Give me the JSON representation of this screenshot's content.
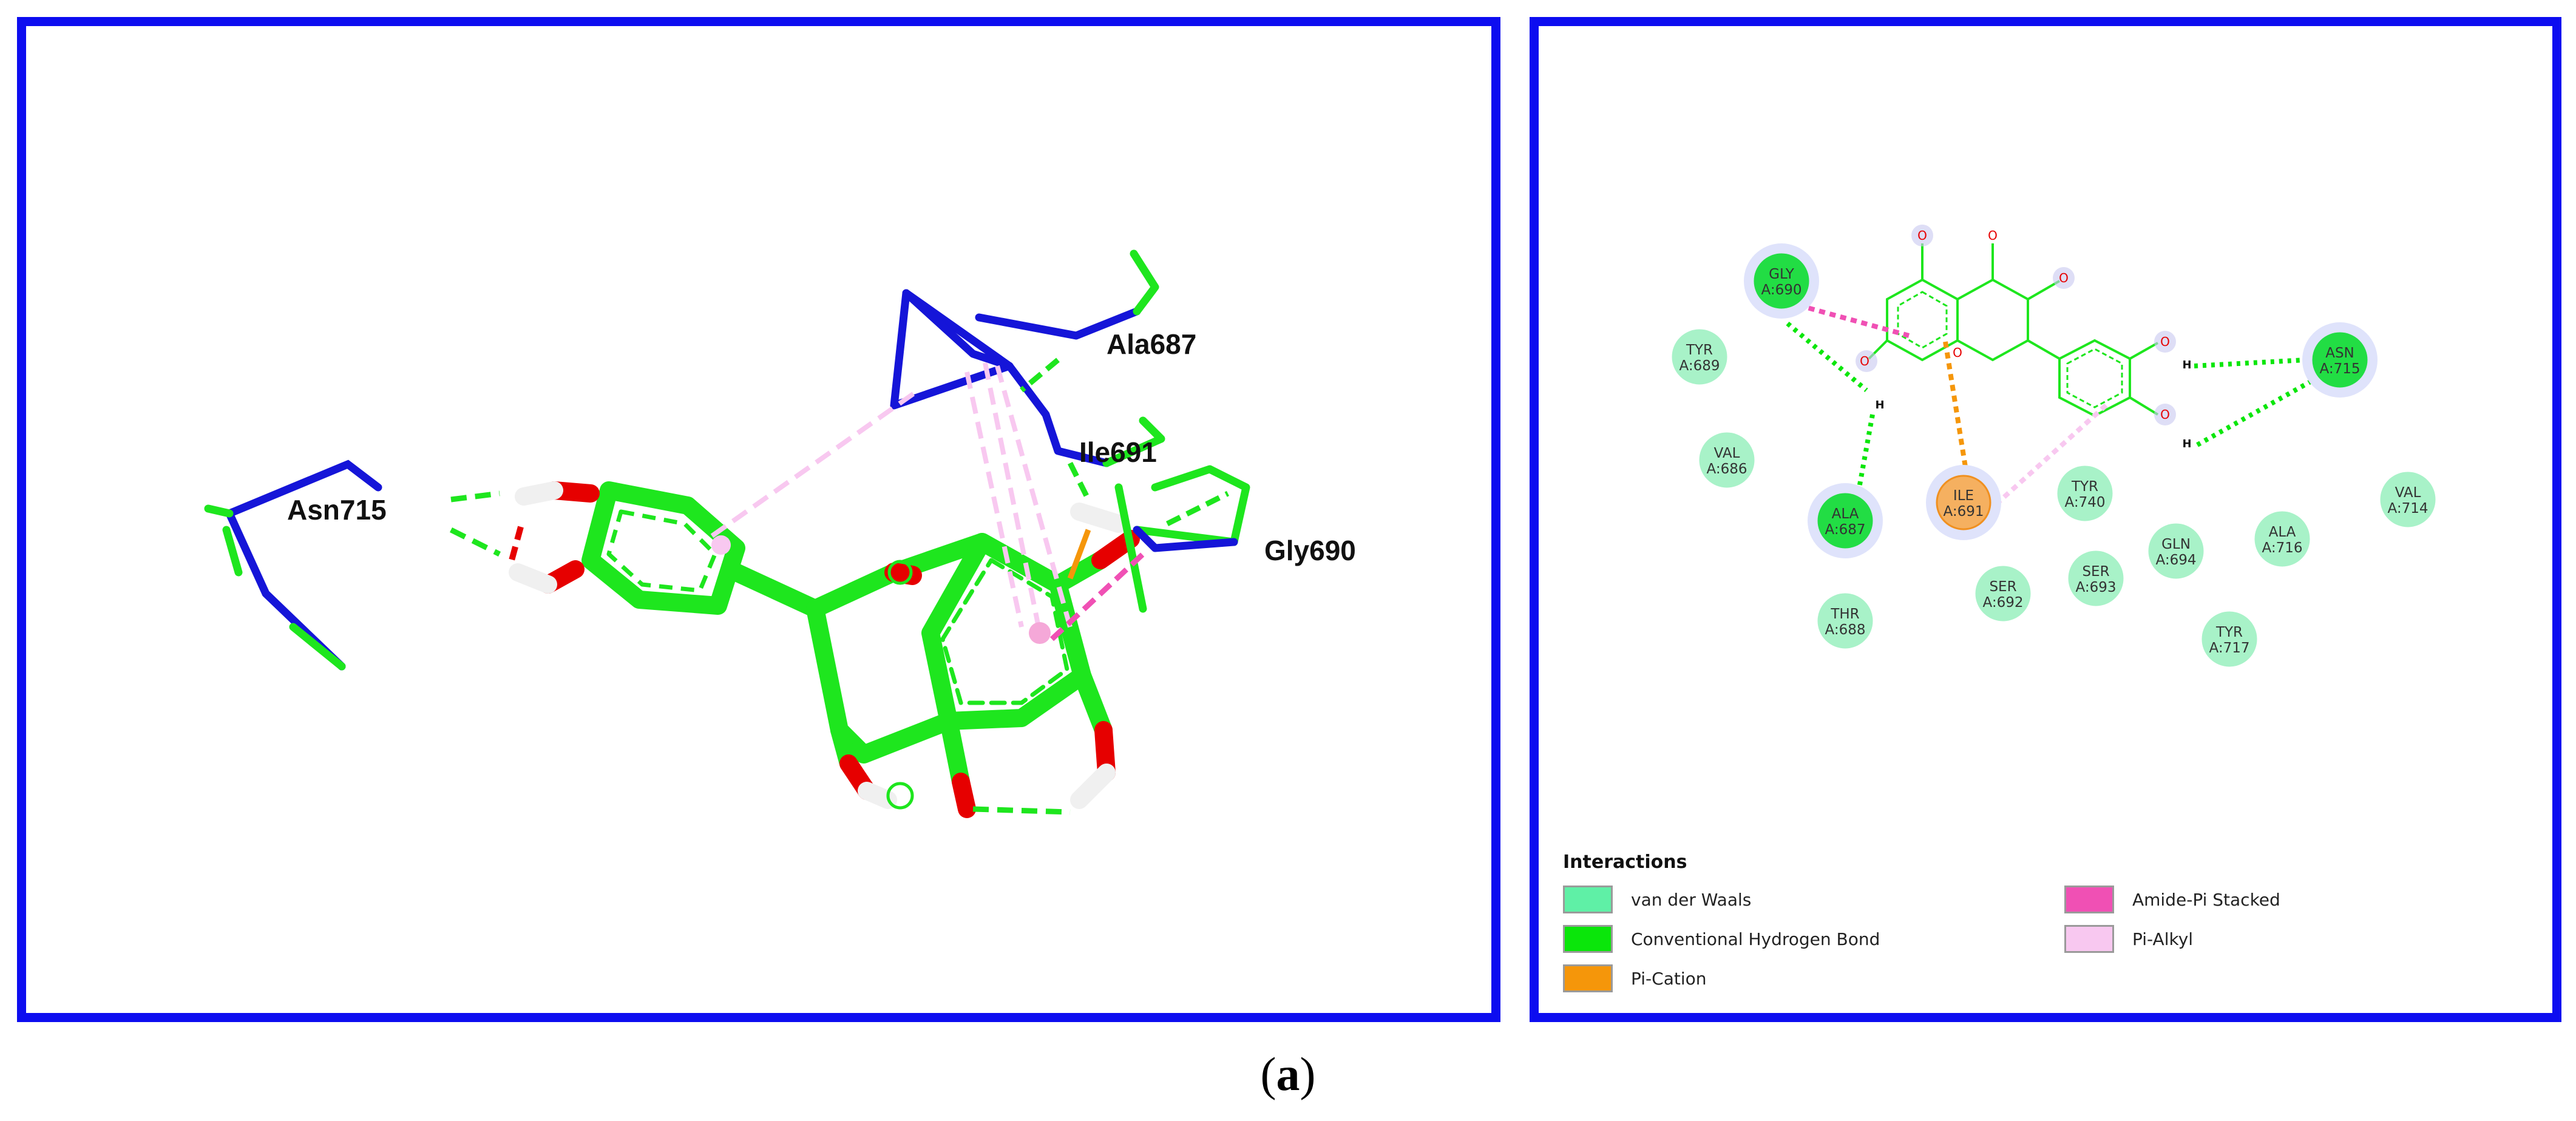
{
  "panel_3d": {
    "residue_labels": [
      "Asn715",
      "Ala687",
      "Ile691",
      "Gly690"
    ]
  },
  "panel_2d": {
    "residues": [
      {
        "name": "GLY",
        "id": "A:690",
        "type": "hbond"
      },
      {
        "name": "ASN",
        "id": "A:715",
        "type": "hbond"
      },
      {
        "name": "ALA",
        "id": "A:687",
        "type": "hbond"
      },
      {
        "name": "ILE",
        "id": "A:691",
        "type": "pication"
      },
      {
        "name": "TYR",
        "id": "A:689",
        "type": "vdw"
      },
      {
        "name": "VAL",
        "id": "A:686",
        "type": "vdw"
      },
      {
        "name": "TYR",
        "id": "A:740",
        "type": "vdw"
      },
      {
        "name": "GLN",
        "id": "A:694",
        "type": "vdw"
      },
      {
        "name": "ALA",
        "id": "A:716",
        "type": "vdw"
      },
      {
        "name": "VAL",
        "id": "A:714",
        "type": "vdw"
      },
      {
        "name": "THR",
        "id": "A:688",
        "type": "vdw"
      },
      {
        "name": "SER",
        "id": "A:692",
        "type": "vdw"
      },
      {
        "name": "SER",
        "id": "A:693",
        "type": "vdw"
      },
      {
        "name": "TYR",
        "id": "A:717",
        "type": "vdw"
      }
    ],
    "atom_labels": {
      "oxygen": "O",
      "hydrogen": "H"
    },
    "legend": {
      "title": "Interactions",
      "items": [
        {
          "label": "van der Waals",
          "color": "#5ff0a6"
        },
        {
          "label": "Conventional Hydrogen Bond",
          "color": "#0ae60a"
        },
        {
          "label": "Pi-Cation",
          "color": "#f5960a"
        },
        {
          "label": "Amide-Pi Stacked",
          "color": "#f050b4"
        },
        {
          "label": "Pi-Alkyl",
          "color": "#f8c8f0"
        }
      ]
    }
  },
  "caption": {
    "open": "(",
    "letter": "a",
    "close": ")"
  },
  "colors": {
    "frame": "#0d0df0",
    "carbon": "#1ee61e",
    "oxygen": "#e60000",
    "hydrogen": "#f0f0f0",
    "protein": "#1515d8"
  }
}
